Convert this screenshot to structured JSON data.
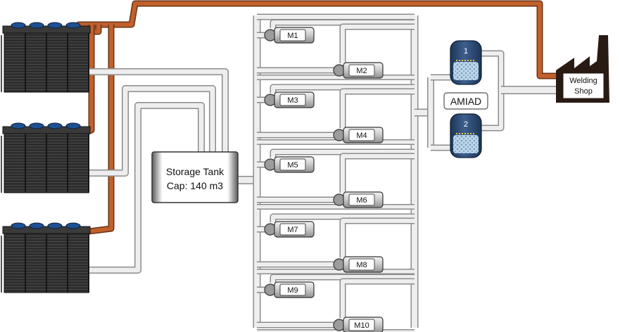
{
  "colors": {
    "pipe_fill": "#eeeeee",
    "pipe_edge": "#8c8c8c",
    "return_pipe": "#c0602c",
    "return_edge": "#6b3214",
    "tower_body": "#2b2b2b",
    "filter_shell": "#2c4a74",
    "media": "#a7c7e2",
    "factory": "#2a1a14"
  },
  "icons": {
    "cooling_tower": "cooling-tower-icon",
    "storage_tank": "storage-tank-icon",
    "motor": "motor-pump-icon",
    "filter": "filter-vessel-icon",
    "factory": "factory-icon"
  },
  "storage_tank": {
    "line1": "Storage Tank",
    "line2": "Cap: 140 m3"
  },
  "filter_system": {
    "label": "AMIAD",
    "vessels": [
      "1",
      "2"
    ]
  },
  "welding_shop": {
    "line1": "Welding",
    "line2": "Shop"
  },
  "motors": [
    "M1",
    "M2",
    "M3",
    "M4",
    "M5",
    "M6",
    "M7",
    "M8",
    "M9",
    "M10"
  ]
}
